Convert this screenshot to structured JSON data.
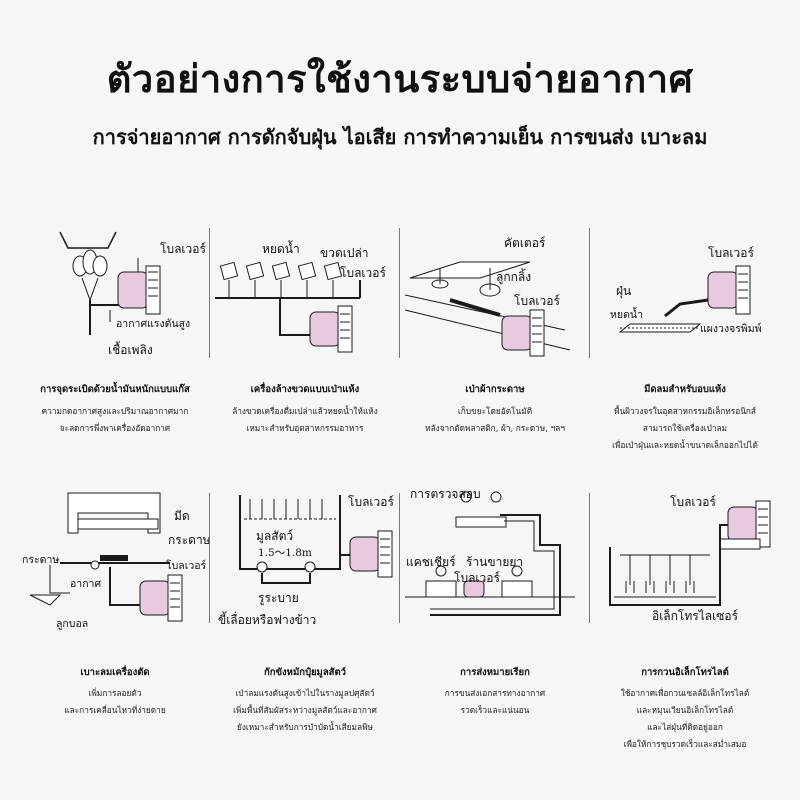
{
  "title": "ตัวอย่างการใช้งานระบบจ่ายอากาศ",
  "subtitle": "การจ่ายอากาศ การดักจับฝุ่น ไอเสีย การทำความเย็น การขนส่ง เบาะลม",
  "colors": {
    "blower": "#e8c9df",
    "line": "#1a1a1a",
    "background": "#f6f6f6"
  },
  "cells": [
    {
      "caption": "การจุดระเบิดด้วยน้ำมันหนักแบบแก๊ส",
      "desc": [
        "ความกดอากาศสูงและปริมาณอากาศมาก",
        "จะลดการพึ่งพาเครื่องอัดอากาศ"
      ],
      "labels": [
        "โบลเวอร์",
        "อากาศแรงดันสูง",
        "เชื้อเพลิง"
      ]
    },
    {
      "caption": "เครื่องล้างขวดแบบเป่าแห้ง",
      "desc": [
        "ล้างขวดเครื่องดื่มเปล่าแล้วหยดน้ำให้แห้ง",
        "เหมาะสำหรับอุตสาหกรรมอาหาร"
      ],
      "labels": [
        "หยดน้ำ",
        "ขวดเปล่า",
        "โบลเวอร์"
      ]
    },
    {
      "caption": "เป่าผ้ากระดาษ",
      "desc": [
        "เก็บขยะโดยอัตโนมัติ",
        "หลังจากตัดพลาสติก, ผ้า, กระดาษ, ฯลฯ"
      ],
      "labels": [
        "คัตเตอร์",
        "ลูกกลิ้ง",
        "โบลเวอร์"
      ]
    },
    {
      "caption": "มีดลมสำหรับอบแห้ง",
      "desc": [
        "พื้นผิววงจรในอุตสาหกรรมอิเล็กทรอนิกส์",
        "สามารถใช้เครื่องเป่าลม",
        "เพื่อเป่าฝุ่นและหยดน้ำขนาดเล็กออกไปได้"
      ],
      "labels": [
        "โบลเวอร์",
        "ฝุ่น",
        "หยดน้ำ",
        "แผงวงจรพิมพ์"
      ]
    },
    {
      "caption": "เบาะลมเครื่องตัด",
      "desc": [
        "เพิ่มการลอยตัว",
        "และการเคลื่อนไหวที่ง่ายดาย"
      ],
      "labels": [
        "มีด",
        "กระดาษ",
        "กระดาษ",
        "โบลเวอร์",
        "อากาศ",
        "ลูกบอล"
      ]
    },
    {
      "caption": "กักขังหมักปุ๋ยมูลสัตว์",
      "desc": [
        "เป่าลมแรงดันสูงเข้าไปในรางมูลปศุสัตว์",
        "เพิ่มพื้นที่สัมผัสระหว่างมูลสัตว์และอากาศ",
        "ยังเหมาะสำหรับการบำบัดน้ำเสียมลพิษ"
      ],
      "labels": [
        "โบลเวอร์",
        "มูลสัตว์",
        "1.5〜1.8m",
        "รูระบาย",
        "ขี้เลื่อยหรือฟางข้าว"
      ]
    },
    {
      "caption": "การส่งหมายเรียก",
      "desc": [
        "การขนส่งเอกสารทางอากาศ",
        "รวดเร็วและแน่นอน"
      ],
      "labels": [
        "การตรวจสอบ",
        "แคชเชียร์",
        "ร้านขายยา",
        "โบลเวอร์"
      ]
    },
    {
      "caption": "การกวนอิเล็กโทรไลต์",
      "desc": [
        "ใช้อากาศเพื่อกวนเซลล์อิเล็กโทรไลต์",
        "และหมุนเวียนอิเล็กโทรไลต์",
        "และไล่ฝุ่นที่ติดอยู่ออก",
        "เพื่อให้การชุบรวดเร็วและสม่ำเสมอ"
      ],
      "labels": [
        "โบลเวอร์",
        "อิเล็กโทรไลเซอร์"
      ]
    }
  ]
}
